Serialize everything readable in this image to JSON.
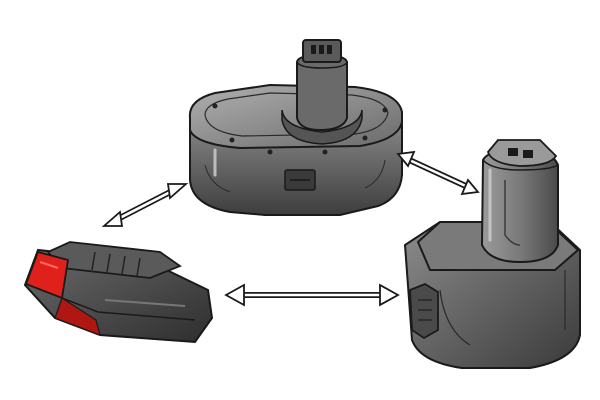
{
  "diagram": {
    "nodes": [
      {
        "id": "battery-top",
        "name": "battery-pack-dewalt-style"
      },
      {
        "id": "battery-left",
        "name": "battery-pack-slide-style"
      },
      {
        "id": "battery-right",
        "name": "battery-pack-tower-style"
      }
    ],
    "connections": [
      {
        "from": "battery-left",
        "to": "battery-top",
        "type": "bidirectional"
      },
      {
        "from": "battery-top",
        "to": "battery-right",
        "type": "bidirectional"
      },
      {
        "from": "battery-left",
        "to": "battery-right",
        "type": "bidirectional"
      }
    ]
  },
  "colors": {
    "body_dark": "#4a4a4a",
    "body_mid": "#6e6e6e",
    "body_light": "#9a9a9a",
    "highlight": "#c4c4c4",
    "outline": "#1a1a1a",
    "accent_red": "#e0201a",
    "arrow_fill": "#ffffff"
  }
}
